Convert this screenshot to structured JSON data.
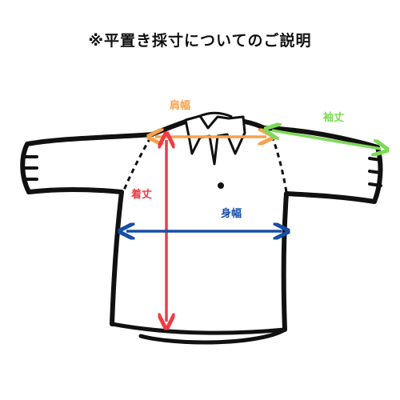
{
  "title": "※平置き採寸についてのご説明",
  "measurements": {
    "shoulder": {
      "label": "肩幅",
      "color": "#f7a24b"
    },
    "sleeve": {
      "label": "袖丈",
      "color": "#7ed957"
    },
    "length": {
      "label": "着丈",
      "color": "#ef3b45"
    },
    "chest": {
      "label": "身幅",
      "color": "#174ea6"
    }
  },
  "colors": {
    "outline": "#111111"
  }
}
